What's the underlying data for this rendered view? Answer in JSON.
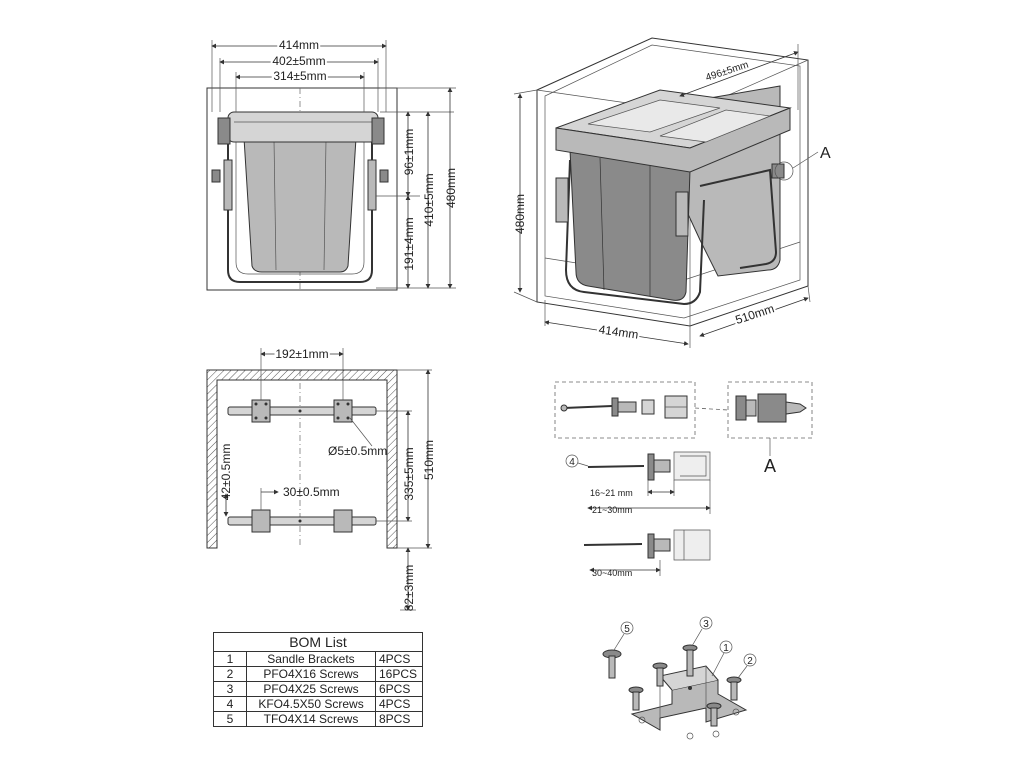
{
  "front_view": {
    "dim_width_total": "414mm",
    "dim_width_mid": "402±5mm",
    "dim_width_inner": "314±5mm",
    "dim_height_top": "96±1mm",
    "dim_height_bottom": "191±4mm",
    "dim_height_mid": "410±5mm",
    "dim_height_total": "480mm"
  },
  "iso_view": {
    "dim_depth_top": "496±5mm",
    "dim_height": "480mm",
    "dim_width": "414mm",
    "dim_depth": "510mm",
    "detail_callout": "A"
  },
  "plan_view": {
    "dim_bracket_spacing": "192±1mm",
    "dim_hole": "Ø5±0.5mm",
    "dim_front_offset": "42±0.5mm",
    "dim_bracket_front": "30±0.5mm",
    "dim_rail_spacing": "335±5mm",
    "dim_depth": "510mm",
    "dim_back_offset": "82±3mm"
  },
  "hardware_detail": {
    "callout_label": "A",
    "item_number": "4",
    "range_1": "16~21 mm",
    "range_2": "21~30mm",
    "range_3": "30~40mm"
  },
  "bracket_assembly": {
    "callouts": [
      "5",
      "3",
      "1",
      "2"
    ]
  },
  "bom": {
    "title": "BOM List",
    "rows": [
      {
        "no": "1",
        "desc": "Sandle Brackets",
        "qty": "4PCS"
      },
      {
        "no": "2",
        "desc": "PFO4X16 Screws",
        "qty": "16PCS"
      },
      {
        "no": "3",
        "desc": "PFO4X25 Screws",
        "qty": "6PCS"
      },
      {
        "no": "4",
        "desc": "KFO4.5X50 Screws",
        "qty": "4PCS"
      },
      {
        "no": "5",
        "desc": "TFO4X14 Screws",
        "qty": "8PCS"
      }
    ]
  },
  "colors": {
    "bin_dark": "#8a8a8a",
    "bin_light": "#b9b9b9",
    "lid": "#d5d5d5",
    "line": "#333333"
  }
}
